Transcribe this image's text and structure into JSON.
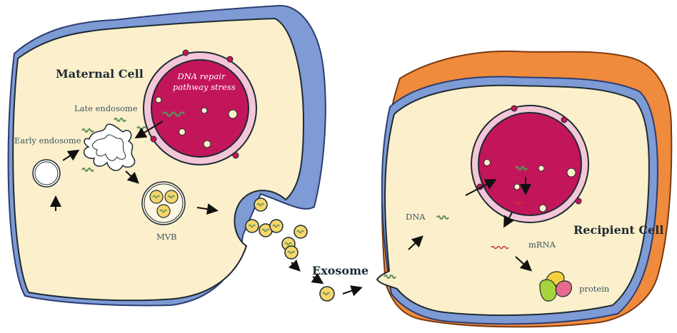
{
  "labels": {
    "maternal_cell": "Maternal Cell",
    "recipient_cell": "Recipient Cell",
    "dna_repair_line1": "DNA repair",
    "dna_repair_line2": "pathway stress",
    "late_endosome": "Late endosome",
    "early_endosome": "Early endosome",
    "mvb": "MVB",
    "exosome": "Exosome",
    "dna": "DNA",
    "mrna": "mRNA",
    "protein": "protein"
  },
  "colors": {
    "cytoplasm": "#fcefcb",
    "maternal_membrane": "#7e9bd6",
    "recipient_membrane": "#f08a3c",
    "nucleus": "#c3165a",
    "nucleus_envelope": "#f4c6d8",
    "dna": "#5c8e5c",
    "mrna": "#c0392b",
    "protein_green": "#a6d43a",
    "protein_pink": "#e86b8f",
    "protein_yellow": "#f4d03f",
    "vesicle_fill": "#f6d66b"
  }
}
